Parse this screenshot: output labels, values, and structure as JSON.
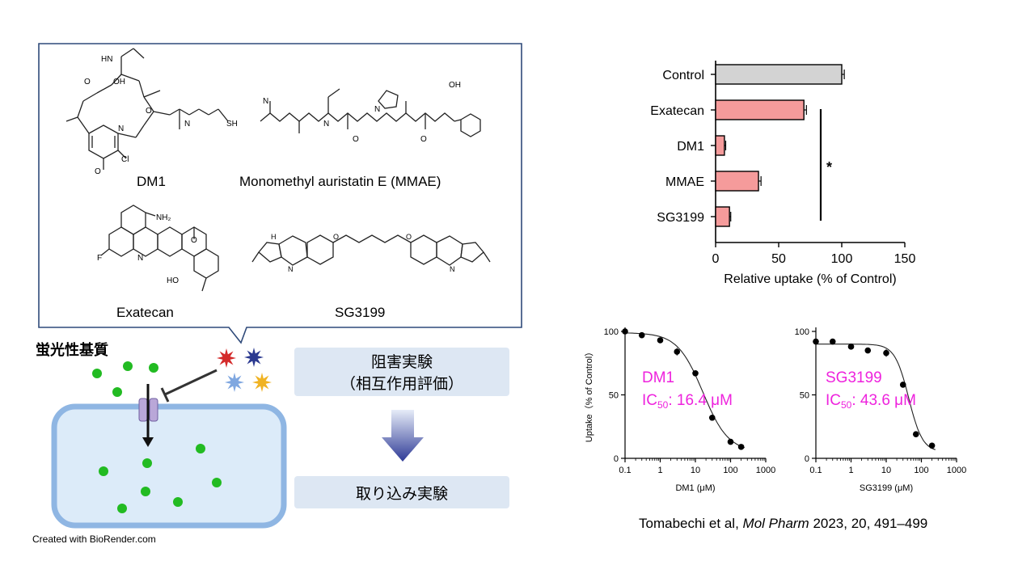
{
  "structures": [
    {
      "name": "DM1"
    },
    {
      "name": "Monomethyl auristatin E (MMAE)"
    },
    {
      "name": "Exatecan"
    },
    {
      "name": "SG3199"
    }
  ],
  "chem_fragments": {
    "nh2": "NH₂",
    "f": "F",
    "n": "N",
    "o": "O",
    "oh": "OH",
    "ho": "HO",
    "hn": "HN",
    "cl": "Cl",
    "sh": "SH",
    "h": "H"
  },
  "cell_diagram": {
    "substrate_label": "蛍光性基質",
    "inhibitor_colors": [
      "#d42a2a",
      "#2b3990",
      "#7fa7e0",
      "#f0b323"
    ],
    "substrate_color": "#22bb22",
    "cell_fill": "#dcebf9",
    "cell_border": "#8fb6e3",
    "transporter_color": "#b9a7d8"
  },
  "flow": {
    "step1_line1": "阻害実験",
    "step1_line2": "（相互作用評価）",
    "step2": "取り込み実験"
  },
  "chart_data": [
    {
      "type": "bar",
      "orientation": "horizontal",
      "categories": [
        "Control",
        "Exatecan",
        "DM1",
        "MMAE",
        "SG3199"
      ],
      "values": [
        100,
        70,
        7,
        34,
        11
      ],
      "errors": [
        2,
        2,
        1,
        2,
        1
      ],
      "colors": [
        "#d3d3d3",
        "#f59b9b",
        "#f59b9b",
        "#f59b9b",
        "#f59b9b"
      ],
      "xlabel": "Relative uptake (% of Control)",
      "xlim": [
        0,
        150
      ],
      "xticks": [
        0,
        50,
        100,
        150
      ],
      "significance": "*"
    },
    {
      "type": "scatter",
      "x_scale": "log",
      "xlabel": "DM1 (μM)",
      "ylabel": "Uptake（% of Control）",
      "xticks": [
        "0.1",
        "1",
        "10",
        "100",
        "1000"
      ],
      "yticks": [
        0,
        50,
        100
      ],
      "ylim": [
        0,
        100
      ],
      "x": [
        0.1,
        0.3,
        1,
        3,
        10,
        30,
        100,
        200
      ],
      "y": [
        100,
        97,
        93,
        84,
        67,
        32,
        13,
        9
      ],
      "errors": [
        2,
        2,
        2,
        3,
        2,
        2,
        1,
        1
      ],
      "compound": "DM1",
      "ic50_prefix": "IC",
      "ic50_sub": "50",
      "ic50_value": ":  16.4 μM",
      "fit": {
        "top": 99,
        "bottom": 5,
        "ic50": 16.4,
        "hill": 1.2
      },
      "annotation_color": "#ee22dd"
    },
    {
      "type": "scatter",
      "x_scale": "log",
      "xlabel": "SG3199 (μM)",
      "ylabel": "",
      "xticks": [
        "0.1",
        "1",
        "10",
        "100",
        "1000"
      ],
      "yticks": [
        0,
        50,
        100
      ],
      "ylim": [
        0,
        100
      ],
      "x": [
        0.1,
        0.3,
        1,
        3,
        10,
        30,
        70,
        200
      ],
      "y": [
        92,
        92,
        88,
        85,
        83,
        58,
        19,
        10
      ],
      "errors": [
        2,
        2,
        2,
        2,
        3,
        2,
        1,
        1
      ],
      "compound": "SG3199",
      "ic50_prefix": "IC",
      "ic50_sub": "50",
      "ic50_value": ":  43.6 μM",
      "fit": {
        "top": 90,
        "bottom": 5,
        "ic50": 43.6,
        "hill": 2.2
      },
      "annotation_color": "#ee22dd"
    }
  ],
  "citation": {
    "authors": "Tomabechi et al,",
    "journal": "Mol Pharm",
    "details": " 2023, 20, 491–499"
  },
  "credit": "Created with BioRender.com"
}
